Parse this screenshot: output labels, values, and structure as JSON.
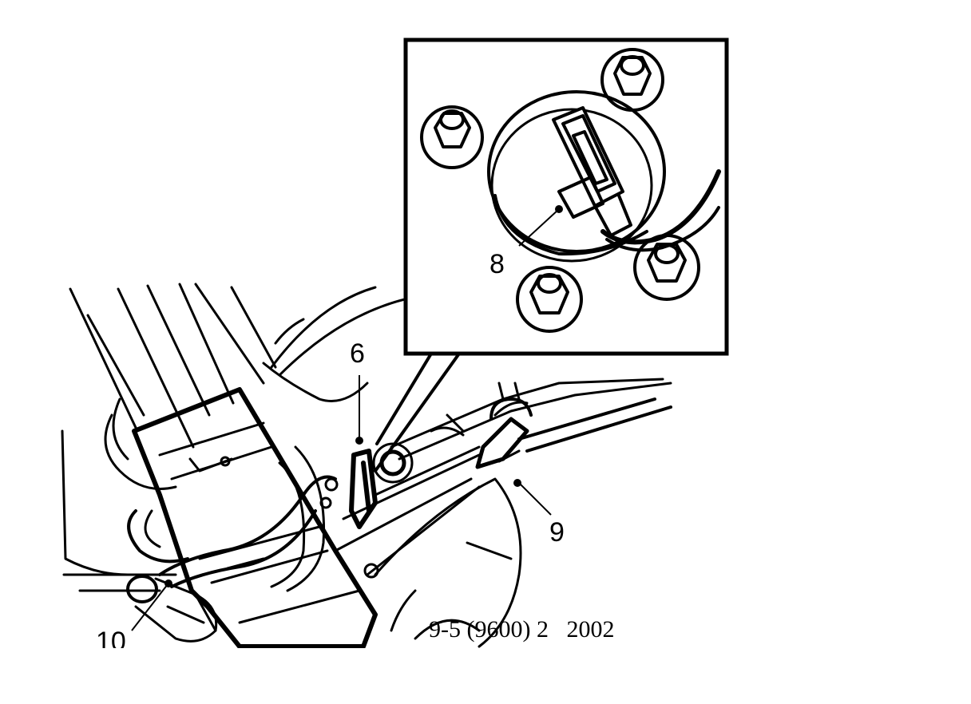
{
  "callouts": [
    {
      "id": "6",
      "label": "6"
    },
    {
      "id": "8",
      "label": "8"
    },
    {
      "id": "9",
      "label": "9"
    },
    {
      "id": "10",
      "label": "10"
    }
  ],
  "caption": "9-5 (9600) 2   2002",
  "colors": {
    "ink": "#000000",
    "paper": "#ffffff"
  }
}
